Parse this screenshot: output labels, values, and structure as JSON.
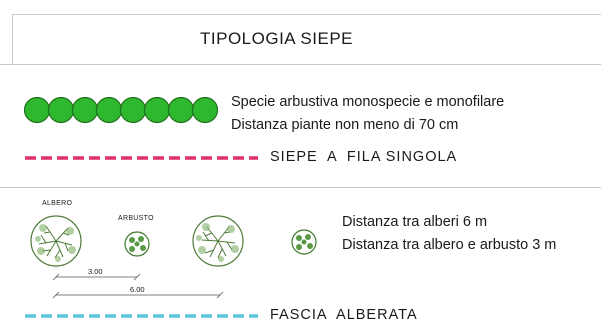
{
  "title": "TIPOLOGIA SIEPE",
  "section_1": {
    "description_lines": [
      "Specie arbustiva monospecie e monofilare",
      "Distanza piante non meno di 70 cm"
    ],
    "legend_label": "SIEPE  A  FILA SINGOLA",
    "shrub_count": 8,
    "colors": {
      "shrub_fill": "#2eb82e",
      "shrub_stroke": "#1f6f1f",
      "line": "#e0306a"
    }
  },
  "section_2": {
    "tree_label": "ALBERO",
    "shrub_label": "ARBUSTO",
    "description_lines": [
      "Distanza tra alberi 6 m",
      "Distanza tra albero e arbusto 3 m"
    ],
    "dimension_labels": [
      "3.00",
      "6.00"
    ],
    "legend_label": "FASCIA  ALBERATA",
    "colors": {
      "tree": "#4f7a3a",
      "shrub": "#3f7a2f",
      "line": "#5cc6dc"
    }
  }
}
